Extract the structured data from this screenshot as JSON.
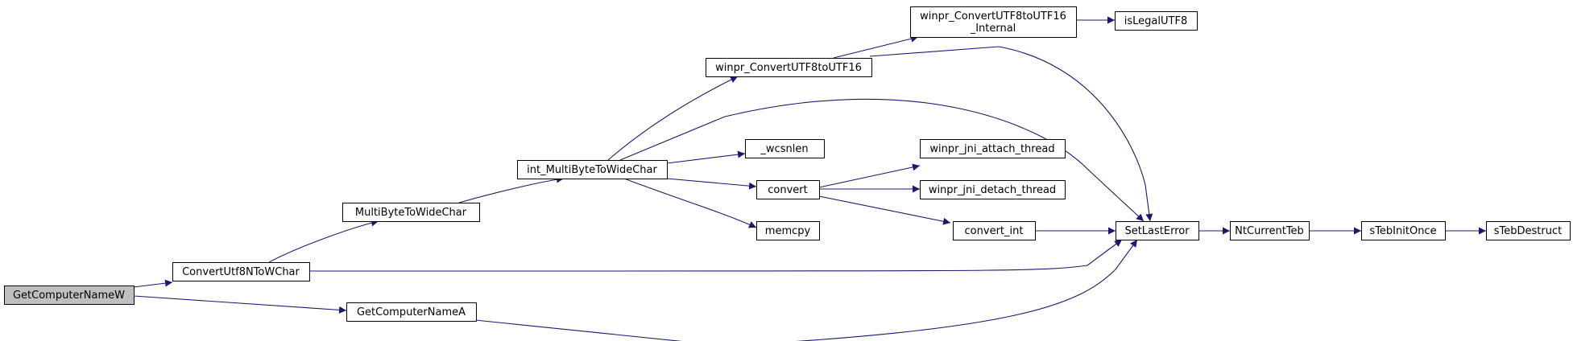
{
  "diagram": {
    "colors": {
      "edge": "#191970",
      "node_fill": "#ffffff",
      "root_fill": "#bfbfbf",
      "border": "#000000"
    },
    "nodes": [
      {
        "id": "GetComputerNameW",
        "lines": [
          "GetComputerNameW"
        ],
        "root": true
      },
      {
        "id": "ConvertUtf8NToWChar",
        "lines": [
          "ConvertUtf8NToWChar"
        ]
      },
      {
        "id": "GetComputerNameA",
        "lines": [
          "GetComputerNameA"
        ]
      },
      {
        "id": "MultiByteToWideChar",
        "lines": [
          "MultiByteToWideChar"
        ]
      },
      {
        "id": "int_MultiByteToWideChar",
        "lines": [
          "int_MultiByteToWideChar"
        ]
      },
      {
        "id": "winpr_ConvertUTF8toUTF16",
        "lines": [
          "winpr_ConvertUTF8toUTF16"
        ]
      },
      {
        "id": "winpr_ConvertUTF8toUTF16_Internal",
        "lines": [
          "winpr_ConvertUTF8toUTF16",
          "_Internal"
        ]
      },
      {
        "id": "isLegalUTF8",
        "lines": [
          "isLegalUTF8"
        ]
      },
      {
        "id": "_wcsnlen",
        "lines": [
          "_wcsnlen"
        ]
      },
      {
        "id": "convert",
        "lines": [
          "convert"
        ]
      },
      {
        "id": "memcpy",
        "lines": [
          "memcpy"
        ]
      },
      {
        "id": "winpr_jni_attach_thread",
        "lines": [
          "winpr_jni_attach_thread"
        ]
      },
      {
        "id": "winpr_jni_detach_thread",
        "lines": [
          "winpr_jni_detach_thread"
        ]
      },
      {
        "id": "convert_int",
        "lines": [
          "convert_int"
        ]
      },
      {
        "id": "SetLastError",
        "lines": [
          "SetLastError"
        ]
      },
      {
        "id": "NtCurrentTeb",
        "lines": [
          "NtCurrentTeb"
        ]
      },
      {
        "id": "sTebInitOnce",
        "lines": [
          "sTebInitOnce"
        ]
      },
      {
        "id": "sTebDestruct",
        "lines": [
          "sTebDestruct"
        ]
      }
    ],
    "edges": [
      {
        "from": "GetComputerNameW",
        "to": "ConvertUtf8NToWChar"
      },
      {
        "from": "GetComputerNameW",
        "to": "GetComputerNameA"
      },
      {
        "from": "ConvertUtf8NToWChar",
        "to": "MultiByteToWideChar"
      },
      {
        "from": "ConvertUtf8NToWChar",
        "to": "SetLastError"
      },
      {
        "from": "GetComputerNameA",
        "to": "SetLastError"
      },
      {
        "from": "MultiByteToWideChar",
        "to": "int_MultiByteToWideChar"
      },
      {
        "from": "int_MultiByteToWideChar",
        "to": "winpr_ConvertUTF8toUTF16"
      },
      {
        "from": "int_MultiByteToWideChar",
        "to": "SetLastError"
      },
      {
        "from": "int_MultiByteToWideChar",
        "to": "_wcsnlen"
      },
      {
        "from": "int_MultiByteToWideChar",
        "to": "convert"
      },
      {
        "from": "int_MultiByteToWideChar",
        "to": "memcpy"
      },
      {
        "from": "winpr_ConvertUTF8toUTF16",
        "to": "winpr_ConvertUTF8toUTF16_Internal"
      },
      {
        "from": "winpr_ConvertUTF8toUTF16",
        "to": "SetLastError"
      },
      {
        "from": "winpr_ConvertUTF8toUTF16_Internal",
        "to": "isLegalUTF8"
      },
      {
        "from": "convert",
        "to": "winpr_jni_attach_thread"
      },
      {
        "from": "convert",
        "to": "winpr_jni_detach_thread"
      },
      {
        "from": "convert",
        "to": "convert_int"
      },
      {
        "from": "convert_int",
        "to": "SetLastError"
      },
      {
        "from": "SetLastError",
        "to": "NtCurrentTeb"
      },
      {
        "from": "NtCurrentTeb",
        "to": "sTebInitOnce"
      },
      {
        "from": "sTebInitOnce",
        "to": "sTebDestruct"
      }
    ]
  }
}
